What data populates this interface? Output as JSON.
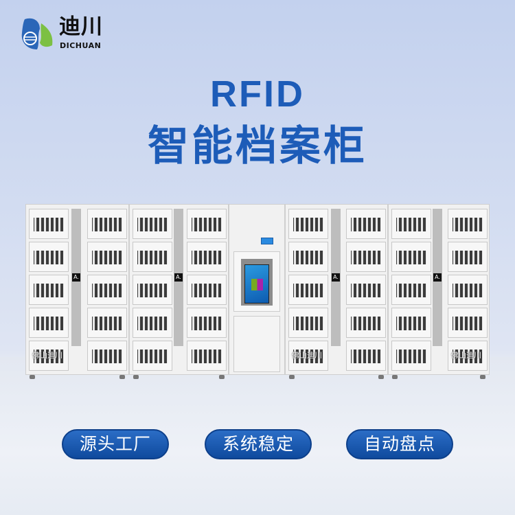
{
  "brand": {
    "name_cn": "迪川",
    "name_en": "DICHUAN"
  },
  "headline": {
    "line1": "RFID",
    "line2": "智能档案柜"
  },
  "cabinet": {
    "watermark": "佛山迪川",
    "reader_label": "A.",
    "modules": 4,
    "rows": 5
  },
  "features": [
    "源头工厂",
    "系统稳定",
    "自动盘点"
  ],
  "colors": {
    "accent": "#1d5cb8",
    "button": "#1a56ad"
  }
}
